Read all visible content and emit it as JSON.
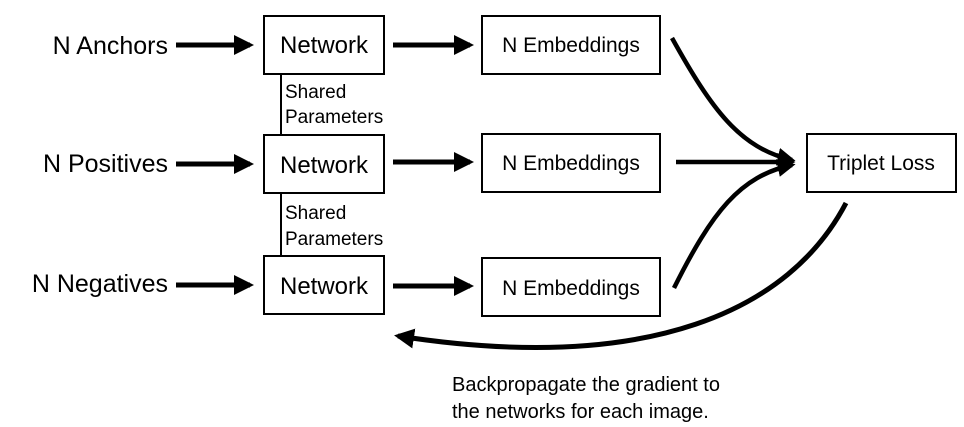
{
  "inputs": {
    "anchors": "N Anchors",
    "positives": "N Positives",
    "negatives": "N Negatives"
  },
  "network_label": "Network",
  "shared": {
    "line1": "Shared",
    "line2": "Parameters"
  },
  "embeddings_label": "N Embeddings",
  "loss_label": "Triplet Loss",
  "backprop": {
    "line1": "Backpropagate the gradient to",
    "line2": "the networks for each image."
  },
  "colors": {
    "stroke": "#000000",
    "background": "#ffffff"
  }
}
